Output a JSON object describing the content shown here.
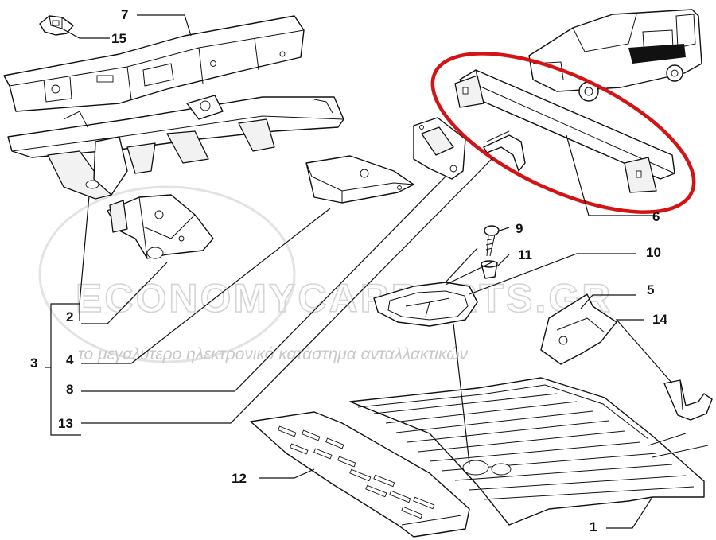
{
  "watermark": {
    "brand": "ECONOMYCARPARTS.GR",
    "tagline": "το μεγαλύτερο ηλεκτρονικό κατάστημα ανταλλακτικών"
  },
  "callouts": {
    "c1": "1",
    "c2": "2",
    "c3": "3",
    "c4": "4",
    "c5": "5",
    "c6": "6",
    "c7": "7",
    "c8": "8",
    "c9": "9",
    "c10": "10",
    "c11": "11",
    "c12": "12",
    "c13": "13",
    "c14": "14",
    "c15": "15"
  },
  "colors": {
    "highlight_ring": "#d41414",
    "line": "#111111"
  }
}
